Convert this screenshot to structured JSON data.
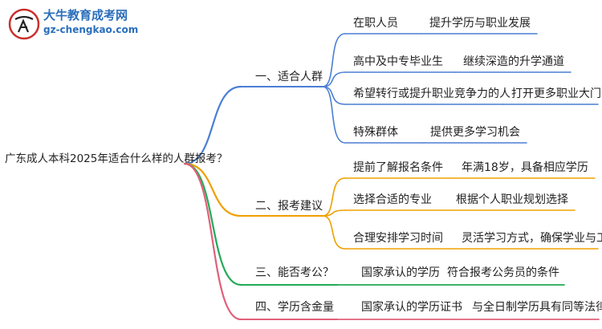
{
  "logo": {
    "title": "大牛教育成考网",
    "subtitle": "gz-chengkao.com"
  },
  "colors": {
    "blue": "#4a7fd4",
    "orange": "#f0a000",
    "green": "#22aa55",
    "pink": "#e0607a"
  },
  "root": {
    "label": "广东成人本科2025年适合什么样的人群报考？"
  },
  "branches": [
    {
      "label": "一、适合人群",
      "color": "blue",
      "items": [
        {
          "label": "在职人员",
          "detail": "提升学历与职业发展"
        },
        {
          "label": "高中及中专毕业生",
          "detail": "继续深造的升学通道"
        },
        {
          "label": "希望转行或提升职业竞争力的人",
          "detail": "打开更多职业大门"
        },
        {
          "label": "特殊群体",
          "detail": "提供更多学习机会"
        }
      ]
    },
    {
      "label": "二、报考建议",
      "color": "orange",
      "items": [
        {
          "label": "提前了解报名条件",
          "detail": "年满18岁，具备相应学历"
        },
        {
          "label": "选择合适的专业",
          "detail": "根据个人职业规划选择"
        },
        {
          "label": "合理安排学习时间",
          "detail": "灵活学习方式，确保学业与工作"
        }
      ]
    },
    {
      "label": "三、能否考公？",
      "color": "green",
      "items": [
        {
          "label": "国家承认的学历",
          "detail": "符合报考公务员的条件"
        }
      ]
    },
    {
      "label": "四、学历含金量",
      "color": "pink",
      "items": [
        {
          "label": "国家承认的学历证书",
          "detail": "与全日制学历具有同等法律效力"
        }
      ]
    }
  ]
}
